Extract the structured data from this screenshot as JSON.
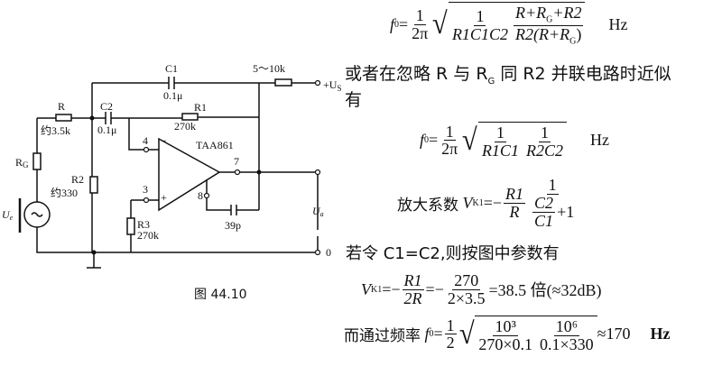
{
  "circuit": {
    "labels": {
      "c1": "C1",
      "c1_val": "0.1μ",
      "r_supply": "5～10k",
      "supply": "+U",
      "supply_sub": "S",
      "r": "R",
      "r_val": "约3.5k",
      "c2": "C2",
      "c2_val": "0.1μ",
      "r1": "R1",
      "r1_val": "270k",
      "ic": "TAA861",
      "pin4": "4",
      "pin3": "3",
      "pin7": "7",
      "pin8": "8",
      "rg": "R",
      "rg_sub": "G",
      "r2": "R2",
      "r2_val": "约330",
      "r3": "R3",
      "r3_val": "270k",
      "c_comp": "39p",
      "ue": "U",
      "ue_sub": "e",
      "ua": "U",
      "ua_sub": "a",
      "gnd_label": "0"
    },
    "caption": "图 44.10"
  },
  "text": {
    "eq1": {
      "f": "f",
      "sub0": "0",
      "one": "1",
      "twopi": "2π",
      "num1": "1",
      "den1": "R1C1C2",
      "num2a": "R+R",
      "num2_sub": "G",
      "num2b": "+R2",
      "den2a": "R2(R+R",
      "den2_sub": "G",
      "den2b": ")",
      "unit": "Hz"
    },
    "line1": "或者在忽略 R 与 R",
    "line1_sub": "G",
    "line1b": " 同 R2 并联电路时近似",
    "line2": "有",
    "eq2": {
      "f": "f",
      "sub0": "0",
      "one": "1",
      "twopi": "2π",
      "num1": "1",
      "den1": "R1C1",
      "num2": "1",
      "den2": "R2C2",
      "unit": "Hz"
    },
    "gain_label": "放大系数",
    "eq_gain": {
      "v": "V",
      "sub": "K1",
      "eq": "=−",
      "num": "R1",
      "den": "R",
      "one": "1",
      "inner_num": "C2",
      "inner_den": "C1",
      "plus": "+1"
    },
    "line3": "若令 C1=C2,则按图中参数有",
    "eq3": {
      "v": "V",
      "sub": "K1",
      "eq1": "=−",
      "num1": "R1",
      "den1": "2R",
      "eq2": "=−",
      "num2": "270",
      "den2": "2×3.5",
      "result": "=38.5 倍(≈32dB)"
    },
    "freq_label": "而通过频率",
    "eq4": {
      "f": "f",
      "sub0": "0",
      "eq": "=",
      "one": "1",
      "two": "2",
      "num1": "10³",
      "den1": "270×0.1",
      "num2": "10⁶",
      "den2": "0.1×330",
      "result": "≈170",
      "unit": "Hz"
    }
  }
}
